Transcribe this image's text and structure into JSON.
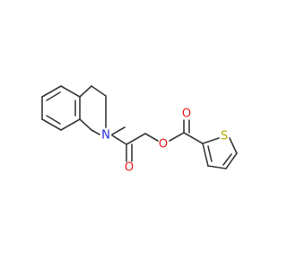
{
  "molecule": {
    "atoms": {
      "nitrogen": {
        "label": "N",
        "color": "#2a2ae8"
      },
      "carbonyl_oxygen_amide": {
        "label": "O",
        "color": "#e81a1a"
      },
      "ester_oxygen": {
        "label": "O",
        "color": "#e81a1a"
      },
      "carbonyl_oxygen_ester": {
        "label": "O",
        "color": "#e81a1a"
      },
      "sulfur": {
        "label": "S",
        "color": "#b8a800"
      }
    },
    "bond_color": "#3a3a3a"
  }
}
